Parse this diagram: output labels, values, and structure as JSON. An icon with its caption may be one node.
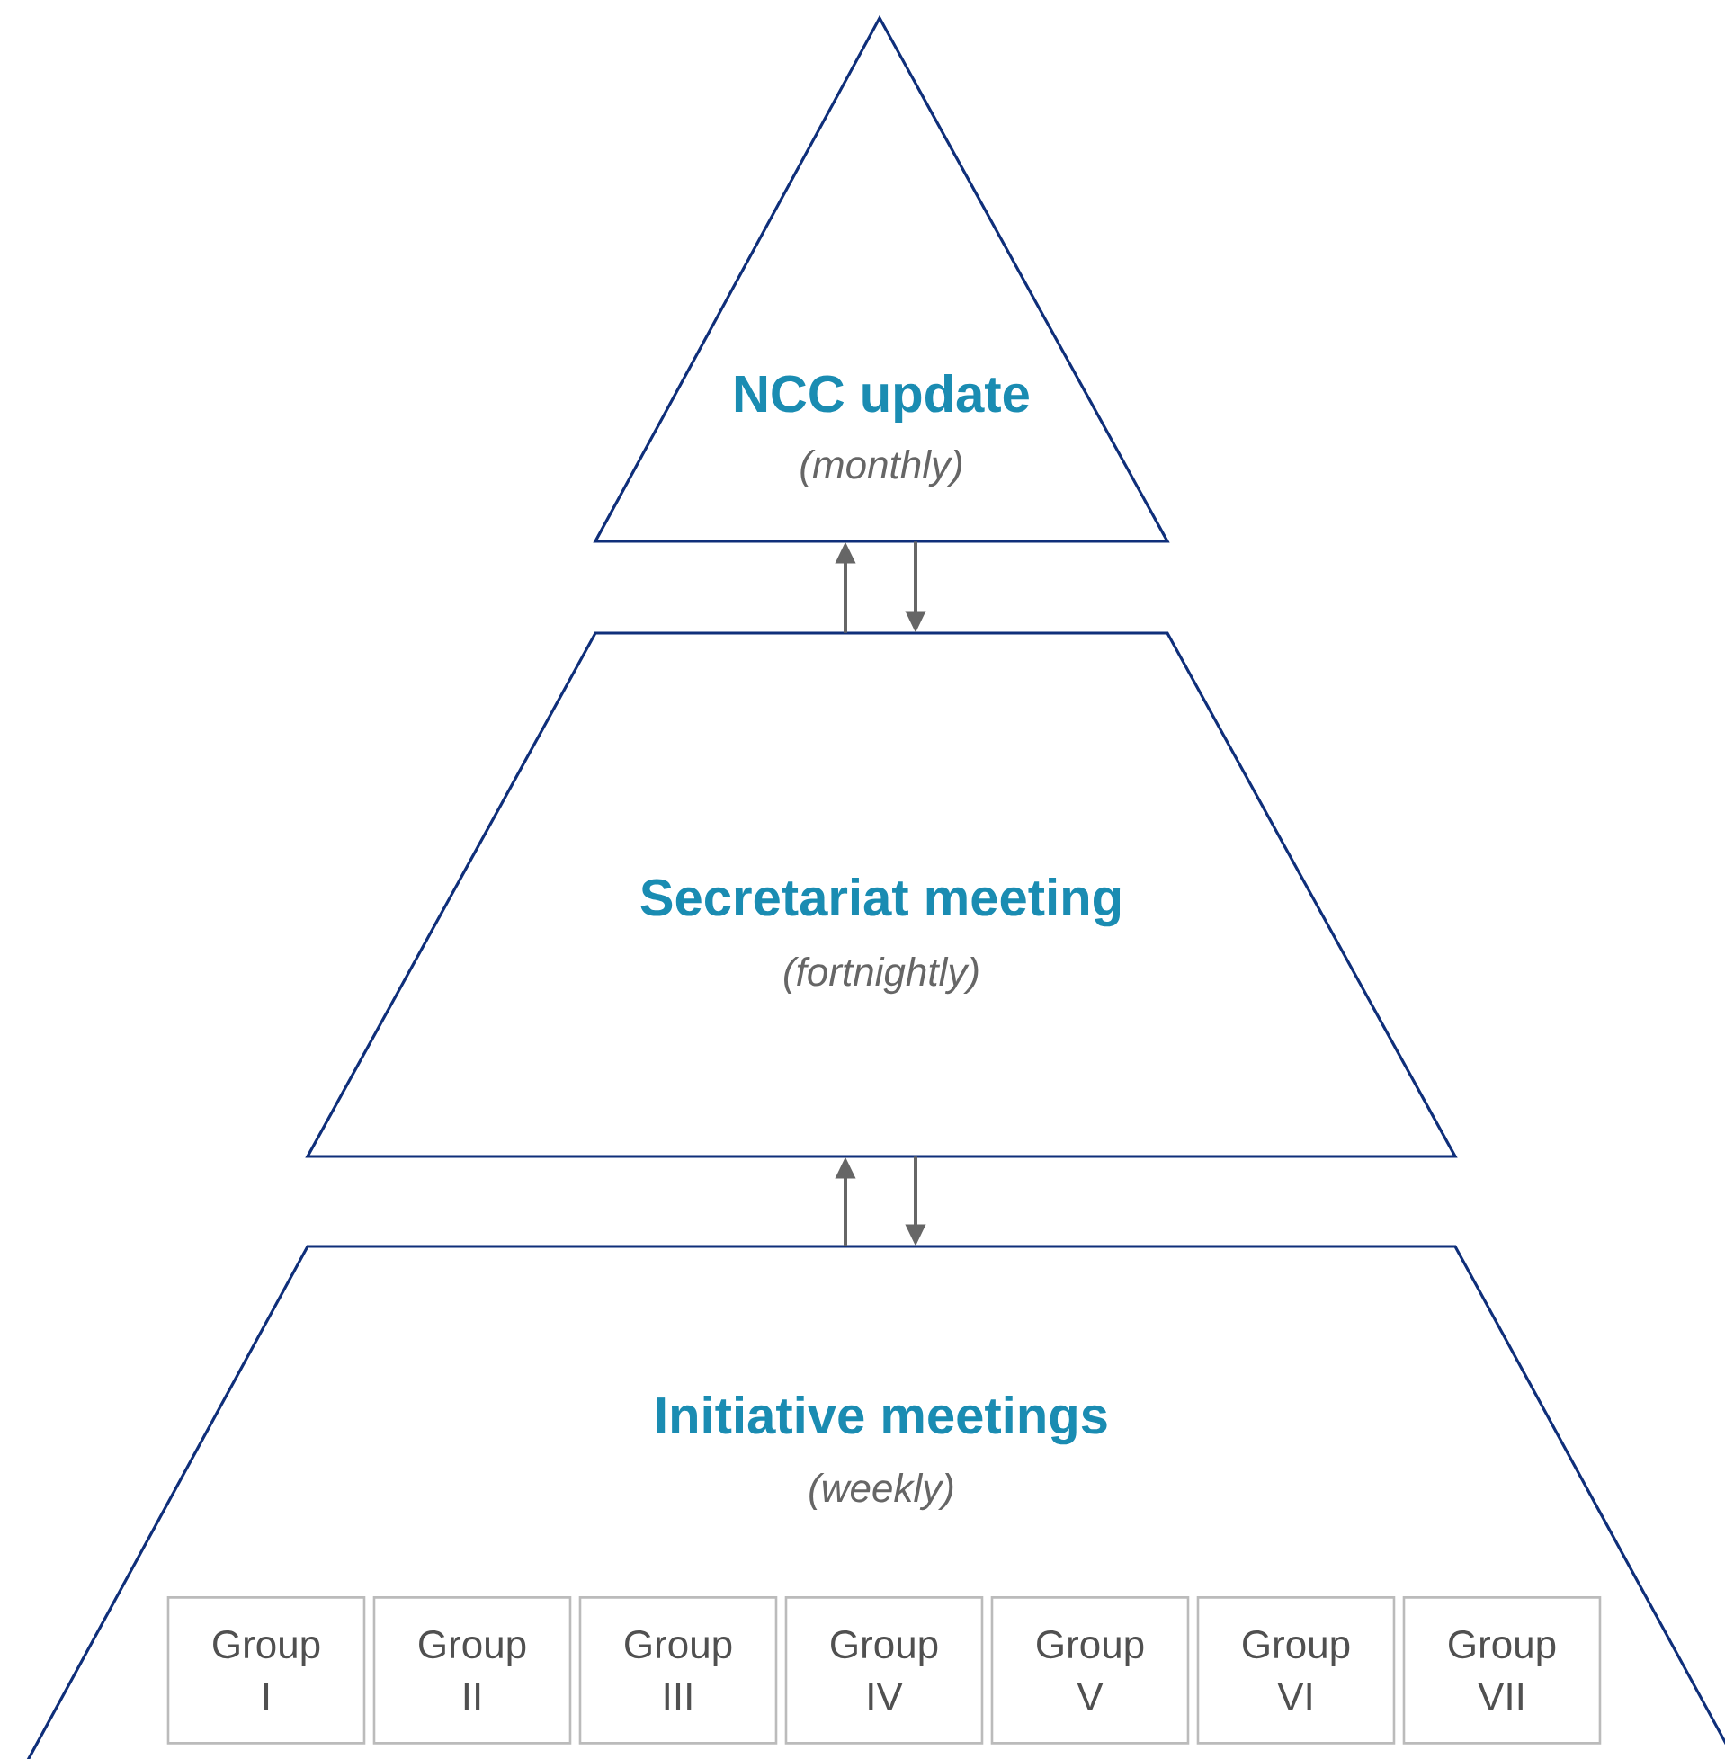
{
  "diagram": {
    "nodes": [
      {
        "text": [
          "NCC update",
          "(monthly)"
        ]
      },
      {
        "text": [
          "Secretariat meeting",
          "(fortnightly)"
        ]
      },
      {
        "text": [
          "Initiative meetings",
          "(weekly)"
        ]
      },
      {
        "text": [
          "Group I"
        ],
        "in": 2
      },
      {
        "text": [
          "Group II"
        ],
        "in": 2
      },
      {
        "text": [
          "Group III"
        ],
        "in": 2
      },
      {
        "text": [
          "Group IV"
        ],
        "in": 2
      },
      {
        "text": [
          "Group V"
        ],
        "in": 2
      },
      {
        "text": [
          "Group VI"
        ],
        "in": 2
      },
      {
        "text": [
          "Group VII"
        ],
        "in": 2
      }
    ],
    "edges": [
      {
        "from": 1,
        "to": 0,
        "arrow": "to"
      },
      {
        "from": 0,
        "to": 1,
        "arrow": "to"
      },
      {
        "from": 2,
        "to": 1,
        "arrow": "to"
      },
      {
        "from": 1,
        "to": 2,
        "arrow": "to"
      }
    ]
  }
}
